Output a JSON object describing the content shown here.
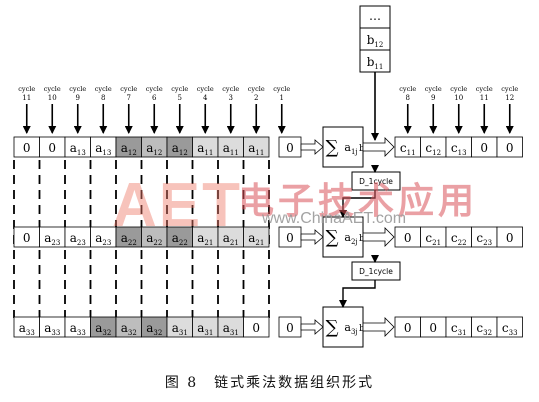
{
  "caption": "图 8　链式乘法数据组织形式",
  "watermark": {
    "logo": "AET",
    "brand": "电子技术应用",
    "url": "www.ChinaAET.com"
  },
  "input_cycles": [
    "11",
    "10",
    "9",
    "8",
    "7",
    "6",
    "5",
    "4",
    "3",
    "2",
    "1"
  ],
  "output_cycles": [
    "8",
    "9",
    "10",
    "11",
    "12"
  ],
  "cycle_word": "cycle",
  "b_stack": [
    "…",
    "b12",
    "b11"
  ],
  "delay_label": "D_1cycle",
  "rows": [
    {
      "cells": [
        {
          "t": "0",
          "s": ""
        },
        {
          "t": "0",
          "s": ""
        },
        {
          "t": "a",
          "s": "13"
        },
        {
          "t": "a",
          "s": "13"
        },
        {
          "t": "a",
          "s": "12"
        },
        {
          "t": "a",
          "s": "12"
        },
        {
          "t": "a",
          "s": "12"
        },
        {
          "t": "a",
          "s": "11"
        },
        {
          "t": "a",
          "s": "11"
        },
        {
          "t": "a",
          "s": "11"
        }
      ],
      "zero": "0",
      "sum_sub": "1j",
      "out": [
        {
          "t": "c",
          "s": "11"
        },
        {
          "t": "c",
          "s": "12"
        },
        {
          "t": "c",
          "s": "13"
        },
        {
          "t": "0",
          "s": ""
        },
        {
          "t": "0",
          "s": ""
        }
      ]
    },
    {
      "cells": [
        {
          "t": "0",
          "s": ""
        },
        {
          "t": "a",
          "s": "23"
        },
        {
          "t": "a",
          "s": "23"
        },
        {
          "t": "a",
          "s": "23"
        },
        {
          "t": "a",
          "s": "22"
        },
        {
          "t": "a",
          "s": "22"
        },
        {
          "t": "a",
          "s": "22"
        },
        {
          "t": "a",
          "s": "21"
        },
        {
          "t": "a",
          "s": "21"
        },
        {
          "t": "a",
          "s": "21"
        }
      ],
      "zero": "0",
      "sum_sub": "2j",
      "out": [
        {
          "t": "0",
          "s": ""
        },
        {
          "t": "c",
          "s": "21"
        },
        {
          "t": "c",
          "s": "22"
        },
        {
          "t": "c",
          "s": "23"
        },
        {
          "t": "0",
          "s": ""
        }
      ]
    },
    {
      "cells": [
        {
          "t": "a",
          "s": "33"
        },
        {
          "t": "a",
          "s": "33"
        },
        {
          "t": "a",
          "s": "33"
        },
        {
          "t": "a",
          "s": "32"
        },
        {
          "t": "a",
          "s": "32"
        },
        {
          "t": "a",
          "s": "32"
        },
        {
          "t": "a",
          "s": "31"
        },
        {
          "t": "a",
          "s": "31"
        },
        {
          "t": "a",
          "s": "31"
        },
        {
          "t": "0",
          "s": ""
        }
      ],
      "zero": "0",
      "sum_sub": "3j",
      "out": [
        {
          "t": "0",
          "s": ""
        },
        {
          "t": "0",
          "s": ""
        },
        {
          "t": "c",
          "s": "31"
        },
        {
          "t": "c",
          "s": "32"
        },
        {
          "t": "c",
          "s": "33"
        }
      ]
    }
  ],
  "shading": [
    [
      "white",
      "white",
      "white",
      "white",
      "dark",
      "mid",
      "dark",
      "light",
      "light",
      "light"
    ],
    [
      "white",
      "white",
      "white",
      "white",
      "dark",
      "mid",
      "dark",
      "light",
      "light",
      "light"
    ],
    [
      "white",
      "white",
      "white",
      "dark",
      "mid",
      "dark",
      "light",
      "light",
      "light",
      "white"
    ]
  ],
  "colors": {
    "dark": "#9a9a9a",
    "mid": "#bdbdbd",
    "light": "#dcdcdc",
    "white": "#ffffff",
    "stroke": "#000000",
    "highlight": "#ef4b3b"
  }
}
